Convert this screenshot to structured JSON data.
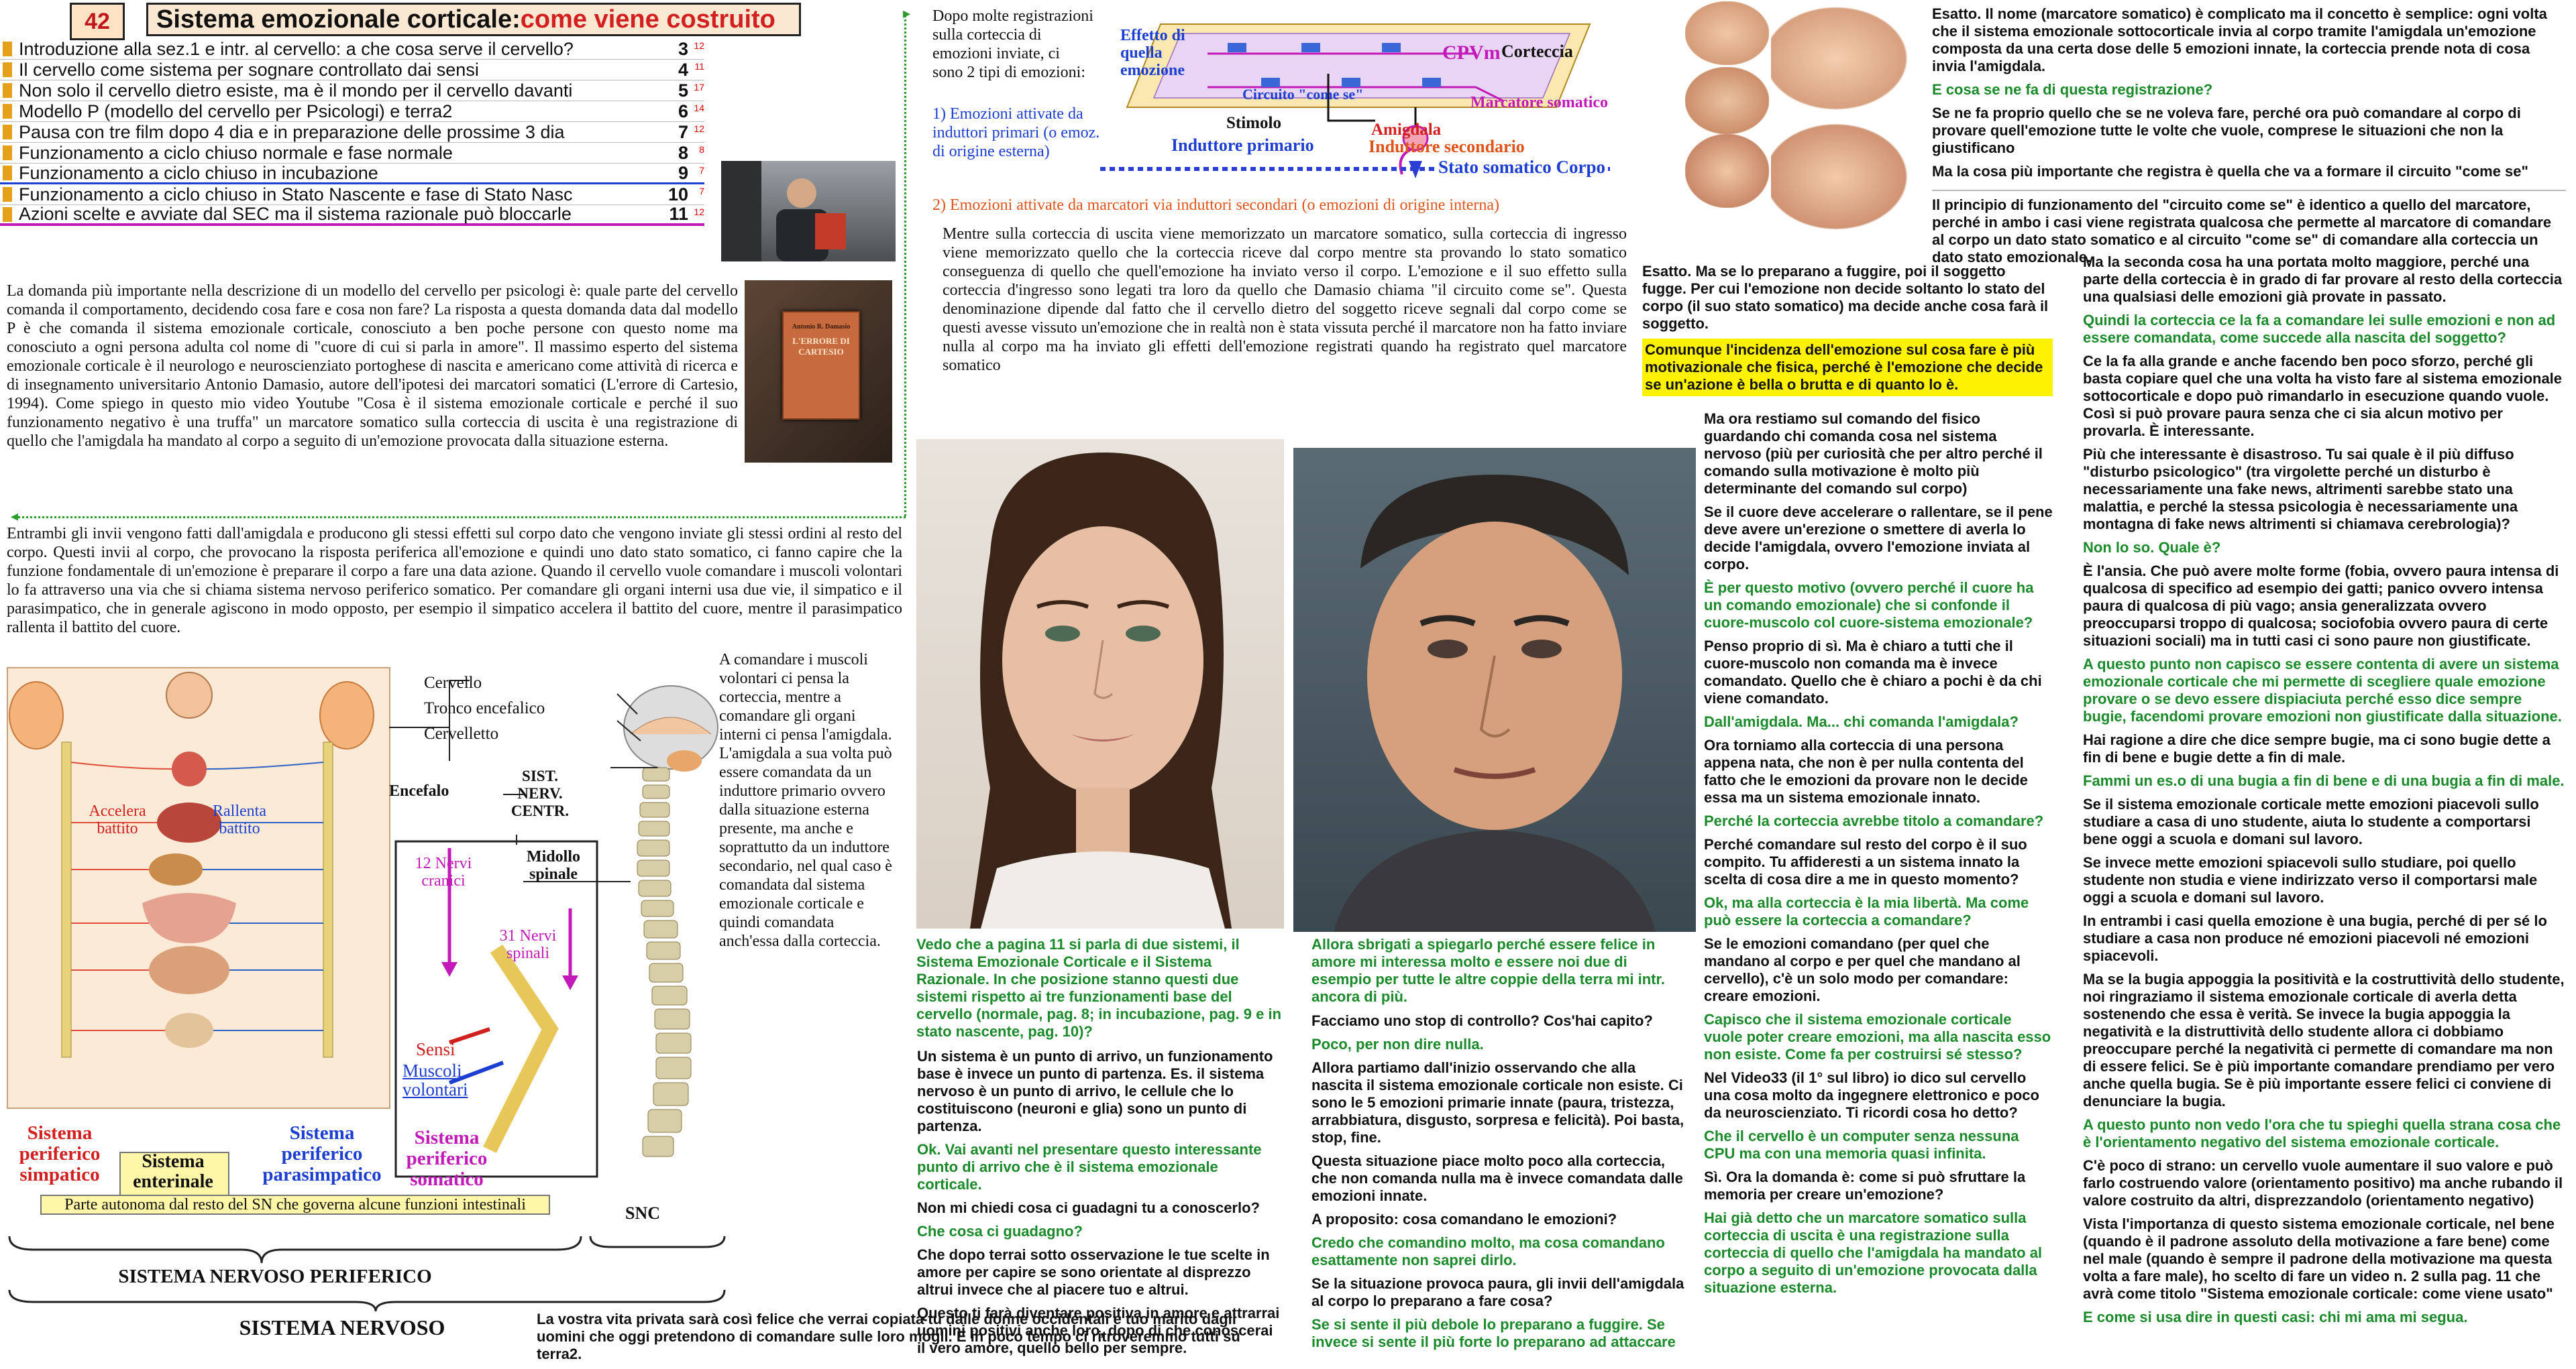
{
  "header": {
    "page_number": "42",
    "title_plain": "Sistema emozionale corticale: ",
    "title_accent": "come viene costruito"
  },
  "toc": [
    {
      "label": "Introduzione alla sez.1 e intr. al cervello: a che cosa serve il cervello?",
      "page": "3",
      "vol": "12"
    },
    {
      "label": "Il cervello come sistema per sognare controllato dai sensi",
      "page": "4",
      "vol": "11"
    },
    {
      "label": "Non solo il cervello dietro esiste, ma è il mondo per il cervello davanti",
      "page": "5",
      "vol": "17"
    },
    {
      "label": "Modello P (modello del cervello per Psicologi) e terra2",
      "page": "6",
      "vol": "14"
    },
    {
      "label": "Pausa con tre film dopo 4 dia e in preparazione delle prossime 3 dia",
      "page": "7",
      "vol": "12"
    },
    {
      "label": "Funzionamento a ciclo chiuso normale e fase normale",
      "page": "8",
      "vol": "8"
    },
    {
      "label": "Funzionamento a ciclo chiuso in incubazione",
      "page": "9",
      "vol": "7"
    },
    {
      "label": "Funzionamento a ciclo chiuso in Stato Nascente e fase di Stato Nasc",
      "page": "10",
      "vol": "7"
    },
    {
      "label": "Azioni scelte e avviate dal SEC ma il sistema razionale può bloccarle",
      "page": "11",
      "vol": "12"
    }
  ],
  "book_cover": {
    "title": "L'ERRORE DI CARTESIO",
    "author": "Antonio R. Damasio"
  },
  "main_text": {
    "p1": "La domanda più importante nella descrizione di un modello del cervello per psicologi è: quale parte del cervello comanda il comportamento, decidendo cosa fare e cosa non fare? La risposta a questa domanda data dal modello P è che comanda il sistema emozionale corticale, conosciuto a ben poche persone con questo nome ma conosciuto a ogni persona adulta col nome di \"cuore di cui si parla in amore\". Il massimo esperto del sistema emozionale corticale è il neurologo e neuroscienziato portoghese di nascita e americano come attività di ricerca e di insegnamento universitario Antonio Damasio, autore dell'ipotesi dei marcatori somatici (L'errore di Cartesio, 1994). Come spiego in questo mio video Youtube \"Cosa è il sistema emozionale corticale e perché il suo funzionamento negativo è una truffa\" un marcatore somatico sulla corteccia di uscita è una registrazione di quello che l'amigdala ha mandato al corpo a seguito di un'emozione provocata dalla situazione esterna.",
    "p2": "Entrambi gli invii vengono fatti dall'amigdala e producono gli stessi effetti sul corpo dato che vengono inviate gli stessi ordini al resto del corpo. Questi invii al corpo, che provocano la risposta periferica all'emozione e quindi uno dato stato somatico, ci fanno capire che la funzione fondamentale di un'emozione è preparare il corpo a fare una data azione. Quando il cervello vuole comandare i muscoli volontari lo fa attraverso una via che si chiama sistema nervoso periferico somatico. Per comandare gli organi interni usa due vie, il simpatico e il parasimpatico, che in generale agiscono in modo opposto, per esempio il simpatico accelera il battito del cuore, mentre il parasimpatico rallenta il battito del cuore.",
    "p3": "A comandare i muscoli volontari ci pensa la corteccia, mentre a comandare gli organi interni ci pensa l'amigdala. L'amigdala a sua volta può essere comandata da un induttore primario ovvero dalla situazione esterna presente, ma anche e soprattutto da un induttore secondario, nel qual caso è comandata dal sistema emozionale corticale e quindi comandata anch'essa dalla corteccia."
  },
  "nervous_diagram": {
    "accelera": "Accelera battito",
    "rallenta": "Rallenta battito",
    "cervello": "Cervello",
    "tronco": "Tronco encefalico",
    "cervelletto": "Cervelletto",
    "encefalo": "Encefalo",
    "snc_box": "SIST. NERV. CENTR.",
    "midollo": "Midollo spinale",
    "nervi_cranici": "12 Nervi cranici",
    "nervi_spinali": "31 Nervi spinali",
    "sensi": "Sensi",
    "muscoli": "Muscoli volontari",
    "simpatico": "Sistema periferico simpatico",
    "enterinale": "Sistema enterinale",
    "enterinale_sub": "Parte autonoma dal resto del SN che governa alcune funzioni intestinali",
    "parasimpatico": "Sistema periferico parasimpatico",
    "somatico": "Sistema periferico somatico",
    "snp_label": "SISTEMA NERVOSO PERIFERICO",
    "snc_label": "SNC",
    "sn_label": "SISTEMA NERVOSO"
  },
  "circuit": {
    "intro": "Dopo molte registrazioni sulla corteccia di emozioni inviate, ci sono 2 tipi di emozioni:",
    "type1": "1) Emozioni attivate da induttori primari (o emoz. di origine esterna)",
    "type2": "2) Emozioni attivate da marcatori via induttori secondari (o emozioni di origine interna)",
    "effetto": "Effetto di quella emozione",
    "cpvm": "CPVm",
    "corteccia": "Corteccia",
    "circuito": "Circuito \"come se\"",
    "marcatore": "Marcatore somatico",
    "stimolo": "Stimolo",
    "amigdala": "Amigdala",
    "ind_primario": "Induttore primario",
    "ind_secondario": "Induttore secondario",
    "stato_corpo": "Stato somatico Corpo",
    "body": "Mentre sulla corteccia di uscita viene memorizzato un marcatore somatico, sulla corteccia di ingresso viene memorizzato quello che la corteccia riceve dal corpo mentre sta provando lo stato somatico conseguenza di quello che quell'emozione ha inviato verso il corpo. L'emozione e il suo effetto sulla corteccia d'ingresso sono legati tra loro da quello che Damasio chiama \"il circuito come se\". Questa denominazione dipende dal fatto che il cervello dietro del soggetto riceve segnali dal corpo come se questi avesse vissuto un'emozione che in realtà non è stata vissuta perché il marcatore non ha fatto inviare nulla al corpo ma ha inviato gli effetti dell'emozione registrati quando ha registrato quel marcatore somatico"
  },
  "captions": {
    "woman": "Vedo che a pagina 11 si parla di due sistemi, il Sistema Emozionale Corticale e il Sistema Razionale. In che posizione stanno questi due sistemi rispetto ai tre funzionamenti base del cervello (normale, pag. 8; in incubazione, pag. 9 e in stato nascente, pag. 10)?",
    "man": "Allora sbrigati a spiegarlo perché essere felice in amore mi interessa molto e essere noi due di esempio per tutte le altre coppie della terra mi intr. ancora di più."
  },
  "dialog_bottom_left": [
    "Un sistema è un punto di arrivo, un funzionamento base è invece un punto di partenza. Es. il sistema nervoso è un punto di arrivo, le cellule che lo costituiscono (neuroni e glia) sono un punto di partenza.",
    "Ok. Vai avanti nel presentare questo interessante punto di arrivo che è il sistema emozionale corticale.",
    "Non mi chiedi cosa ci guadagni tu a conoscerlo?",
    "Che cosa ci guadagno?",
    "Che dopo terrai sotto osservazione le tue scelte in amore per capire se sono orientate al disprezzo altrui invece che al piacere tuo e altrui.",
    "Questo ti farà diventare positiva in amore e attrarrai uomini positivi anche loro, dopo di che conoscerai il vero amore, quello bello per sempre.",
    "La vostra vita privata sarà così felice che verrai copiata tu dalle donne occidentali e tuo marito dagli uomini che oggi pretendono di comandare sulle loro mogli. E in poco tempo ci ritroveremmo tutti su terra2."
  ],
  "dialog_bottom_mid": [
    "Facciamo uno stop di controllo? Cos'hai capito?",
    "Poco, per non dire nulla.",
    "Allora partiamo dall'inizio osservando che alla nascita il sistema emozionale corticale non esiste. Ci sono le 5 emozioni primarie innate (paura, tristezza, arrabbiatura, disgusto, sorpresa e felicità). Poi basta, stop, fine.",
    "Questa situazione piace molto poco alla corteccia, che non comanda nulla ma è invece comandata dalle emozioni innate.",
    "A proposito: cosa comandano le emozioni?",
    "Credo che comandino molto, ma cosa comandano esattamente non saprei dirlo.",
    "Se la situazione provoca paura, gli invii dell'amigdala al corpo lo preparano a fare cosa?",
    "Se si sente il più debole lo preparano a fuggire. Se invece si sente il più forte lo preparano ad attaccare"
  ],
  "col3_top": [
    "Esatto. Ma se lo preparano a fuggire, poi il soggetto fugge. Per cui l'emozione non decide soltanto lo stato del corpo (il suo stato somatico) ma decide anche cosa farà il soggetto.",
    "Comunque l'incidenza dell'emozione sul cosa fare è più motivazionale che fisica, perché è l'emozione che decide se un'azione è bella o brutta e di quanto lo è."
  ],
  "col3": [
    "Ma ora restiamo sul comando del fisico guardando chi comanda cosa nel sistema nervoso (più per curiosità che per altro perché il comando sulla motivazione è molto più determinante del comando sul corpo)",
    "Se il cuore deve accelerare o rallentare, se il pene deve avere un'erezione o smettere di averla lo decide l'amigdala, ovvero l'emozione inviata al corpo.",
    "È per questo motivo (ovvero perché il cuore ha un comando emozionale) che si confonde il cuore-muscolo col cuore-sistema emozionale?",
    "Penso proprio di sì. Ma è chiaro a tutti che il cuore-muscolo non comanda ma è invece comandato. Quello che è chiaro a pochi è da chi viene comandato.",
    "Dall'amigdala. Ma... chi comanda l'amigdala?",
    "Ora torniamo alla corteccia di una persona appena nata, che non è per nulla contenta del fatto che le emozioni da provare non le decide essa ma un sistema emozionale innato.",
    "Perché la corteccia avrebbe titolo a comandare?",
    "Perché comandare sul resto del corpo è il suo compito. Tu affideresti a un sistema innato la scelta di cosa dire a me in questo momento?",
    "Ok, ma alla corteccia è la mia libertà. Ma come può essere la corteccia a comandare?",
    "Se le emozioni comandano (per quel che mandano al corpo e per quel che mandano al cervello), c'è un solo modo per comandare: creare emozioni.",
    "Capisco che il sistema emozionale corticale vuole poter creare emozioni, ma alla nascita esso non esiste. Come fa per costruirsi sé stesso?",
    "Nel Video33 (il 1° sul libro) io dico sul cervello una cosa molto da ingegnere elettronico e poco da neuroscienziato. Ti ricordi cosa ho detto?",
    "Che il cervello è un computer senza nessuna CPU ma con una memoria quasi infinita.",
    "Sì. Ora la domanda è: come si può sfruttare la memoria per creare un'emozione?",
    "Hai già detto che un marcatore somatico sulla corteccia di uscita è una registrazione sulla corteccia di quello che l'amigdala ha mandato al corpo a seguito di un'emozione provocata dalla situazione esterna."
  ],
  "col4_top": [
    "Esatto. Il nome (marcatore somatico) è complicato ma il concetto è semplice: ogni volta che il sistema emozionale sottocorticale invia al corpo tramite l'amigdala un'emozione composta da una certa dose delle 5 emozioni innate, la corteccia prende nota di cosa invia l'amigdala.",
    "E cosa se ne fa di questa registrazione?",
    "Se ne fa proprio quello che se ne voleva fare, perché ora può comandare al corpo di provare quell'emozione tutte le volte che vuole, comprese le situazioni che non la giustificano",
    "Ma la cosa più importante che registra è quella che va a formare il circuito \"come se\"",
    "Il principio di funzionamento del \"circuito come se\" è identico a quello del marcatore, perché in ambo i casi viene registrata qualcosa che permette al marcatore di comandare al corpo un dato stato somatico e al circuito \"come se\" di comandare alla corteccia un dato stato emozionale."
  ],
  "col4": [
    "Ma la seconda cosa ha una portata molto maggiore, perché una parte della corteccia è in grado di far provare al resto della corteccia una qualsiasi delle emozioni già provate in passato.",
    "Quindi la corteccia ce la fa a comandare lei sulle emozioni e non ad essere comandata, come succede alla nascita del soggetto?",
    "Ce la fa alla grande e anche facendo ben poco sforzo, perché gli basta copiare quel che una volta ha visto fare al sistema emozionale sottocorticale e dopo può rimandarlo in esecuzione quando vuole. Così si può provare paura senza che ci sia alcun motivo per provarla. È interessante.",
    "Più che interessante è disastroso. Tu sai quale è il più diffuso \"disturbo psicologico\" (tra virgolette perché un disturbo è necessariamente una fake news, altrimenti sarebbe stato una malattia, e perché la stessa psicologia è necessariamente una montagna di fake news altrimenti si chiamava cerebrologia)?",
    "Non lo so. Quale è?",
    "È l'ansia. Che può avere molte forme (fobia, ovvero paura intensa di qualcosa di specifico ad esempio dei gatti; panico ovvero intensa paura di qualcosa di più vago; ansia generalizzata ovvero preoccuparsi troppo di qualcosa; sociofobia ovvero paura di certe situazioni sociali) ma in tutti casi ci sono paure non giustificate.",
    "A questo punto non capisco se essere contenta di avere un sistema emozionale corticale che mi permette di scegliere quale emozione provare o se devo essere dispiaciuta perché esso dice sempre bugie, facendomi provare emozioni non giustificate dalla situazione.",
    "Hai ragione a dire che dice sempre bugie, ma ci sono bugie dette a fin di bene e bugie dette a fin di male.",
    "Fammi un es.o di una bugia a fin di bene e di una bugia a fin di male.",
    "Se il sistema emozionale corticale mette emozioni piacevoli sullo studiare a casa di uno studente, aiuta lo studente a comportarsi bene oggi a scuola e domani sul lavoro.",
    "Se invece mette emozioni spiacevoli sullo studiare, poi quello studente non studia e viene indirizzato verso il comportarsi male oggi a scuola e domani sul lavoro.",
    "In entrambi i casi quella emozione è una bugia, perché di per sé lo studiare a casa non produce né emozioni piacevoli né emozioni spiacevoli.",
    "Ma se la bugia appoggia la positività e la costruttività dello studente, noi ringraziamo il sistema emozionale corticale di averla detta sostenendo che essa è verità. Se invece la bugia appoggia la negatività e la distruttività dello studente allora ci dobbiamo preoccupare perché la negatività ci permette di comandare ma non di essere felici. Se è più importante comandare prendiamo per vero anche quella bugia. Se è più importante essere felici ci conviene di denunciare la bugia.",
    "A questo punto non vedo l'ora che tu spieghi quella strana cosa che è l'orientamento negativo del sistema emozionale corticale.",
    "C'è poco di strano: un cervello vuole aumentare il suo valore e può farlo costruendo valore (orientamento positivo) ma anche rubando il valore costruito da altri, disprezzandolo (orientamento negativo)",
    "Vista l'importanza di questo sistema emozionale corticale, nel bene (quando è il padrone assoluto della motivazione a fare bene) come nel male (quando è sempre il padrone della motivazione ma questa volta a fare male), ho scelto di fare un video n. 2 sulla pag. 11 che avrà come titolo \"Sistema emozionale corticale: come viene usato\"",
    "E come si usa dire in questi casi: chi mi ama mi segua."
  ]
}
